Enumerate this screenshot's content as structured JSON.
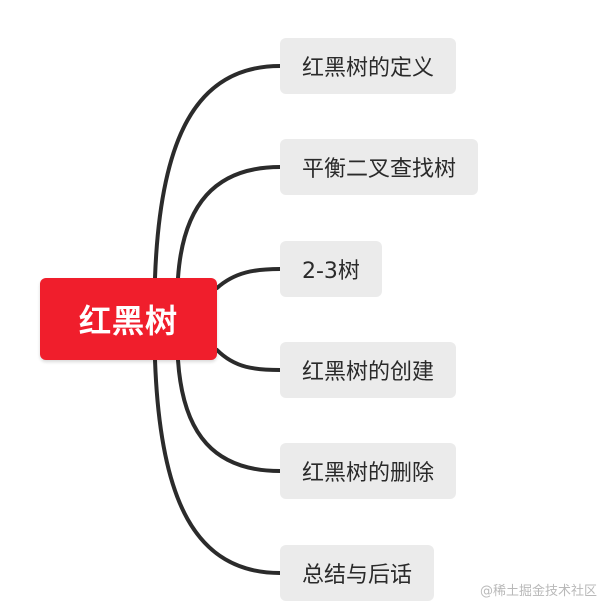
{
  "diagram": {
    "type": "mind-map",
    "root": {
      "label": "红黑树",
      "color": "#f01e2c"
    },
    "children": [
      {
        "label": "红黑树的定义"
      },
      {
        "label": "平衡二叉查找树"
      },
      {
        "label": "2-3树"
      },
      {
        "label": "红黑树的创建"
      },
      {
        "label": "红黑树的删除"
      },
      {
        "label": "总结与后话"
      }
    ],
    "colors": {
      "node_fill": "#ebebeb",
      "connector": "#2b2b2b",
      "root_text": "#ffffff",
      "child_text": "#2a2a2a"
    }
  },
  "watermark": "@稀土掘金技术社区"
}
